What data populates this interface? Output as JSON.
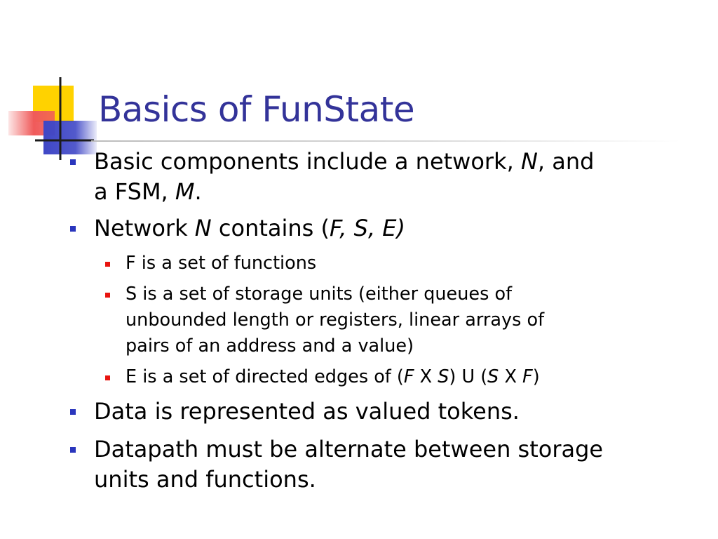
{
  "theme": {
    "title_color": "#333399",
    "level1_bullet_color": "#2a36bd",
    "level2_bullet_color": "#e8140f",
    "logo_colors": {
      "yellow": "#ffd200",
      "blue": "#3f47c6",
      "red": "#f05a5a",
      "line": "#1c1c1c"
    }
  },
  "slide": {
    "title": "Basics of FunState",
    "bullets": [
      {
        "level": 1,
        "lines": [
          [
            {
              "text": "Basic components include a network, ",
              "italic": false
            },
            {
              "text": "N",
              "italic": true
            },
            {
              "text": ", and",
              "italic": false
            }
          ],
          [
            {
              "text": "a FSM, ",
              "italic": false
            },
            {
              "text": "M",
              "italic": true
            },
            {
              "text": ".",
              "italic": false
            }
          ]
        ]
      },
      {
        "level": 1,
        "lines": [
          [
            {
              "text": "Network ",
              "italic": false
            },
            {
              "text": "N",
              "italic": true
            },
            {
              "text": " contains (",
              "italic": false
            },
            {
              "text": "F, S, E)",
              "italic": true
            }
          ]
        ]
      },
      {
        "level": 2,
        "lines": [
          [
            {
              "text": "F is a set of functions",
              "italic": false
            }
          ]
        ]
      },
      {
        "level": 2,
        "lines": [
          [
            {
              "text": "S is a set of storage units (either queues of",
              "italic": false
            }
          ],
          [
            {
              "text": "unbounded length or registers, linear arrays of",
              "italic": false
            }
          ],
          [
            {
              "text": "pairs of an address and a value)",
              "italic": false
            }
          ]
        ]
      },
      {
        "level": 2,
        "lines": [
          [
            {
              "text": "E is a set of directed edges of (",
              "italic": false
            },
            {
              "text": "F",
              "italic": true
            },
            {
              "text": " X ",
              "italic": false
            },
            {
              "text": "S",
              "italic": true
            },
            {
              "text": ") U (",
              "italic": false
            },
            {
              "text": "S",
              "italic": true
            },
            {
              "text": " X ",
              "italic": false
            },
            {
              "text": "F",
              "italic": true
            },
            {
              "text": ")",
              "italic": false
            }
          ]
        ]
      },
      {
        "level": 1,
        "lines": [
          [
            {
              "text": "Data is represented as valued tokens.",
              "italic": false
            }
          ]
        ]
      },
      {
        "level": 1,
        "lines": [
          [
            {
              "text": "Datapath must be alternate between storage",
              "italic": false
            }
          ],
          [
            {
              "text": "units and functions.",
              "italic": false
            }
          ]
        ]
      }
    ]
  }
}
